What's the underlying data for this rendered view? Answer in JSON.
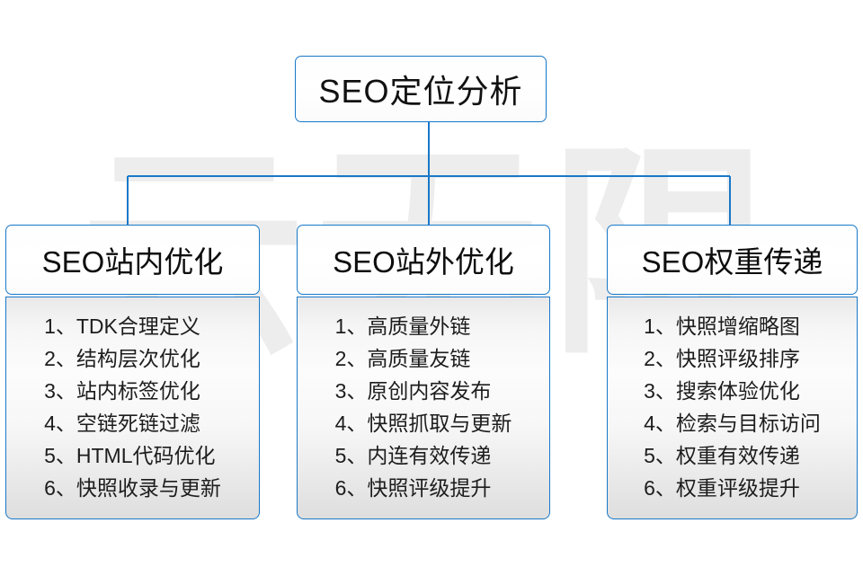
{
  "watermark": {
    "text": "云无限"
  },
  "colors": {
    "border_blue": "#1878c8",
    "connector_blue": "#1878c8",
    "text_dark": "#1a1a1a",
    "watermark_gray": "#ededed",
    "page_background": "#ffffff"
  },
  "diagram": {
    "type": "tree",
    "root": {
      "label": "SEO定位分析"
    },
    "columns": [
      {
        "header": "SEO站内优化",
        "items": [
          "1、TDK合理定义",
          "2、结构层次优化",
          "3、站内标签优化",
          "4、空链死链过滤",
          "5、HTML代码优化",
          "6、快照收录与更新"
        ]
      },
      {
        "header": "SEO站外优化",
        "items": [
          "1、高质量外链",
          "2、高质量友链",
          "3、原创内容发布",
          "4、快照抓取与更新",
          "5、内连有效传递",
          "6、快照评级提升"
        ]
      },
      {
        "header": "SEO权重传递",
        "items": [
          "1、快照增缩略图",
          "2、快照评级排序",
          "3、搜索体验优化",
          "4、检索与目标访问",
          "5、权重有效传递",
          "6、权重评级提升"
        ]
      }
    ]
  }
}
